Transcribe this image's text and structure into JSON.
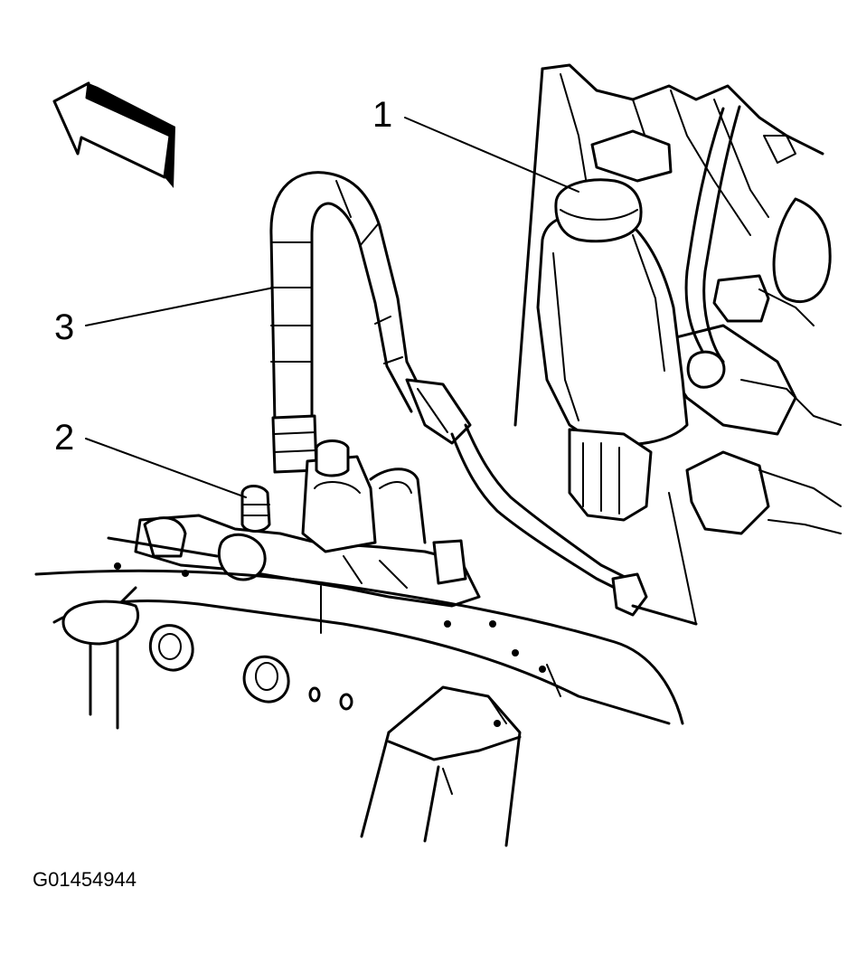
{
  "callouts": [
    {
      "id": 1,
      "label": "1"
    },
    {
      "id": 2,
      "label": "2"
    },
    {
      "id": 3,
      "label": "3"
    }
  ],
  "figure_code": "G01454944",
  "colors": {
    "ink": "#000000",
    "paper": "#ffffff"
  }
}
